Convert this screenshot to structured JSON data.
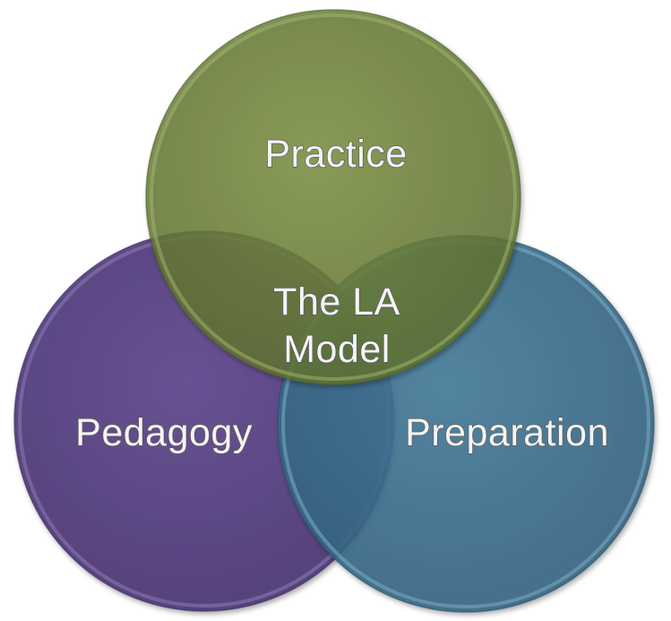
{
  "circles": {
    "top": {
      "label": "Practice",
      "color": "#6b7f36"
    },
    "left": {
      "label": "Pedagogy",
      "color": "#5a4483"
    },
    "right": {
      "label": "Preparation",
      "color": "#3b6f8e"
    }
  },
  "center": {
    "line1": "The LA",
    "line2": "Model"
  }
}
